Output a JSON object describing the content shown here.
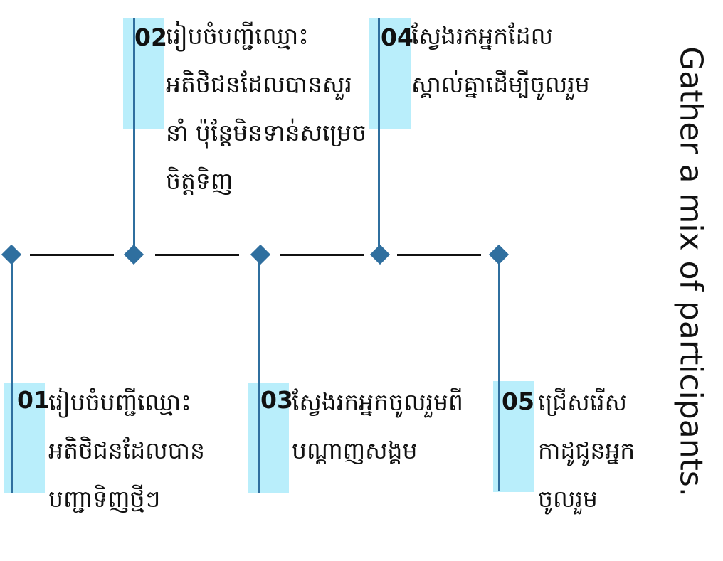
{
  "title": "Gather a mix of participants.",
  "colors": {
    "accent_block": "#b9eefb",
    "connector": "#2f6f9f",
    "timeline": "#111111"
  },
  "steps": [
    {
      "number": "01",
      "text": "រៀបចំបញ្ជីឈ្មោះអតិថិជនដែលបានបញ្ជាទិញថ្មីៗ"
    },
    {
      "number": "02",
      "text": "រៀបចំបញ្ជីឈ្មោះអតិថិជនដែលបានសួរនាំ ប៉ុន្តែមិនទាន់សម្រេចចិត្តទិញ"
    },
    {
      "number": "03",
      "text": "ស្វែងរកអ្នកចូលរួមពីបណ្ដាញសង្គម"
    },
    {
      "number": "04",
      "text": "ស្វែងរកអ្នកដែលស្គាល់គ្នាដើម្បីចូលរួម"
    },
    {
      "number": "05",
      "text": "ជ្រើសរើសកាដូជូនអ្នកចូលរួម"
    }
  ]
}
